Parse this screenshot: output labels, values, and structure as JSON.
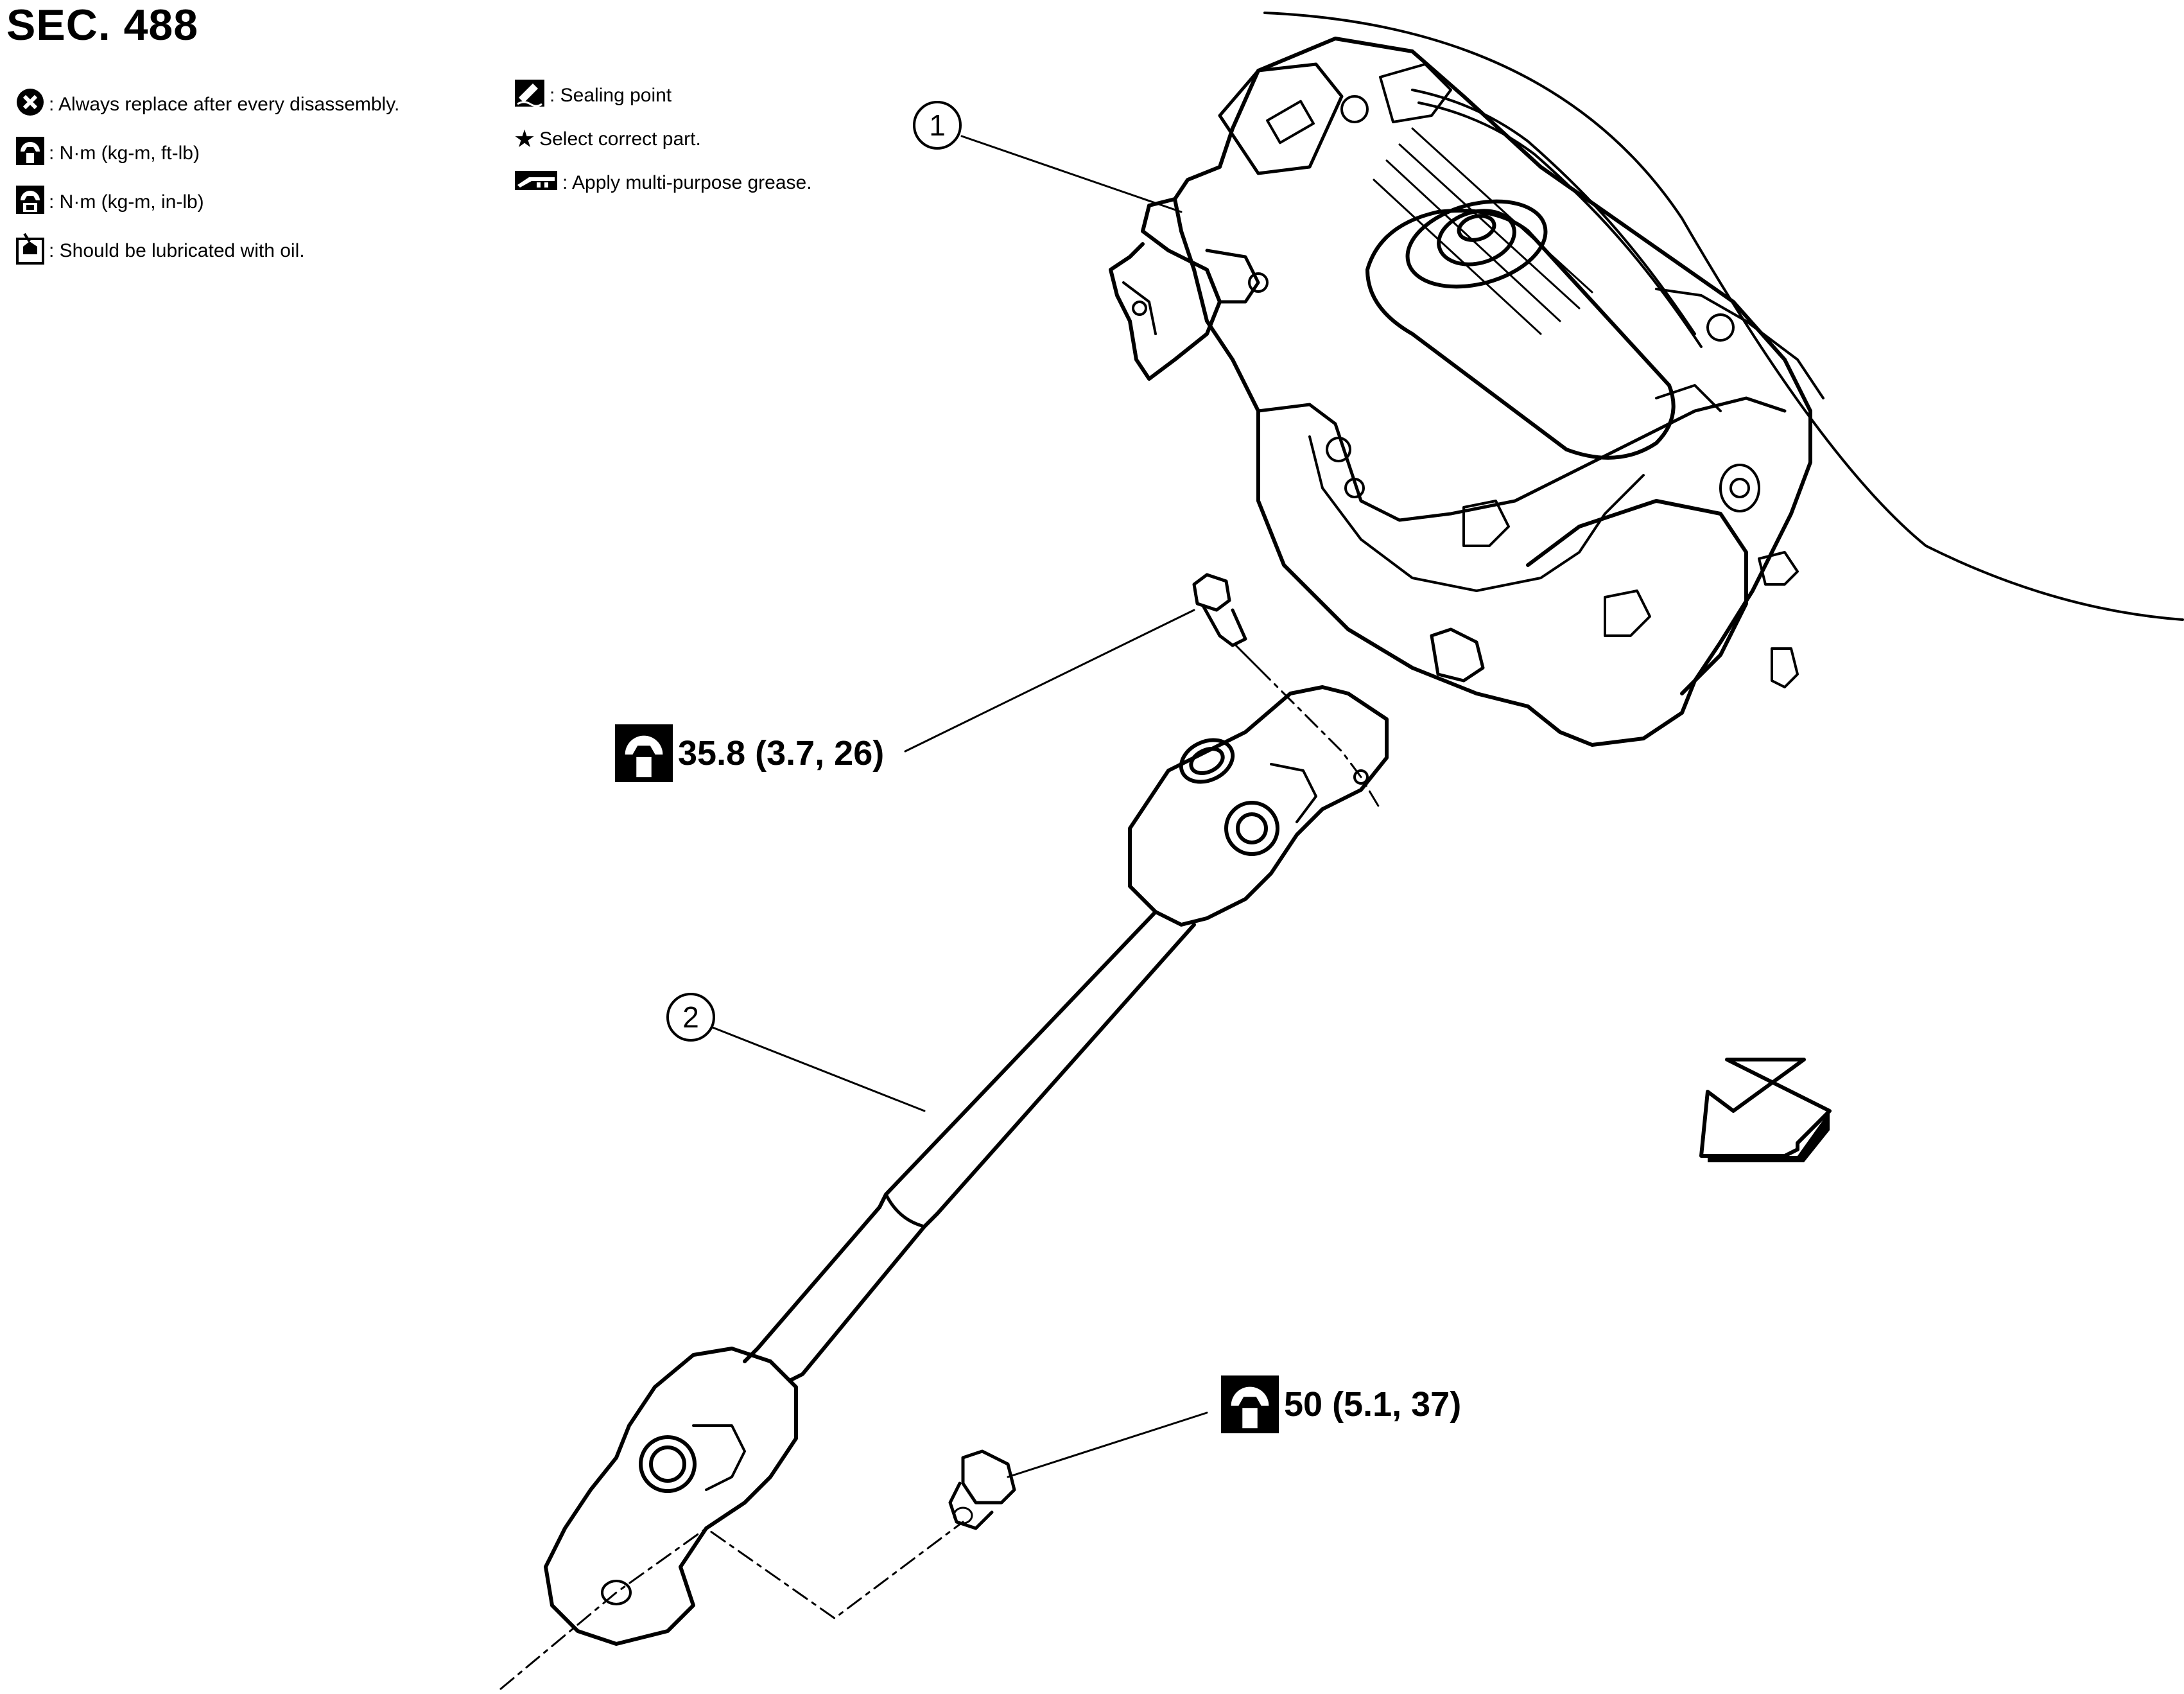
{
  "section_title": "SEC. 488",
  "legend": {
    "left": [
      {
        "icon": "x-circle-icon",
        "text": ": Always replace after every disassembly."
      },
      {
        "icon": "wrench-ftlb-icon",
        "text": ": N·m (kg-m, ft-lb)"
      },
      {
        "icon": "wrench-inlb-icon",
        "text": ": N·m (kg-m, in-lb)"
      },
      {
        "icon": "oil-can-icon",
        "text": ": Should be lubricated with oil."
      }
    ],
    "right": [
      {
        "icon": "sealing-icon",
        "text": ": Sealing point"
      },
      {
        "icon": "star-icon",
        "text": "Select correct part."
      },
      {
        "icon": "grease-icon",
        "text": ": Apply multi-purpose grease."
      }
    ]
  },
  "callouts": [
    {
      "id": "1"
    },
    {
      "id": "2"
    }
  ],
  "torque_labels": {
    "upper": "35.8 (3.7, 26)",
    "lower": "50 (5.1, 37)"
  },
  "colors": {
    "line": "#000000",
    "background": "#ffffff"
  }
}
